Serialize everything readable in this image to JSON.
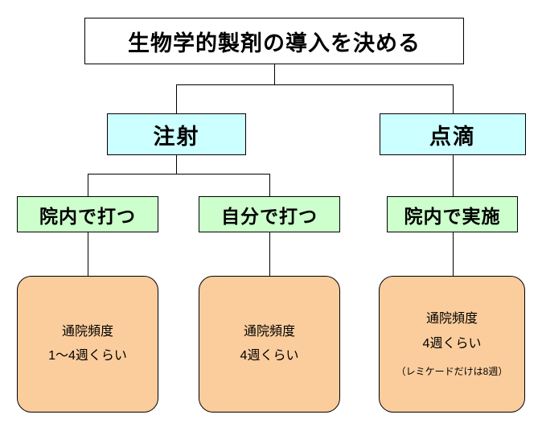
{
  "diagram": {
    "title_node": {
      "label": "生物学的製剤の導入を決める"
    },
    "level2": [
      {
        "name": "injection",
        "label": "注射"
      },
      {
        "name": "drip",
        "label": "点滴"
      }
    ],
    "level3": [
      {
        "name": "inhouse-injection",
        "label": "院内で打つ"
      },
      {
        "name": "self-injection",
        "label": "自分で打つ"
      },
      {
        "name": "inhouse-drip",
        "label": "院内で実施"
      }
    ],
    "level4": [
      {
        "name": "frequency-inhouse-injection",
        "line1": "通院頻度",
        "line2": "1～4週くらい",
        "note": ""
      },
      {
        "name": "frequency-self-injection",
        "line1": "通院頻度",
        "line2": "4週くらい",
        "note": ""
      },
      {
        "name": "frequency-inhouse-drip",
        "line1": "通院頻度",
        "line2": "4週くらい",
        "note": "（レミケードだけは8週）"
      }
    ],
    "colors": {
      "root_fill": "#ffffff",
      "level2_fill": "#ccffff",
      "level3_fill": "#ccffcc",
      "level4_fill": "#fbcd9d",
      "stroke": "#000000",
      "background": "#ffffff"
    }
  }
}
